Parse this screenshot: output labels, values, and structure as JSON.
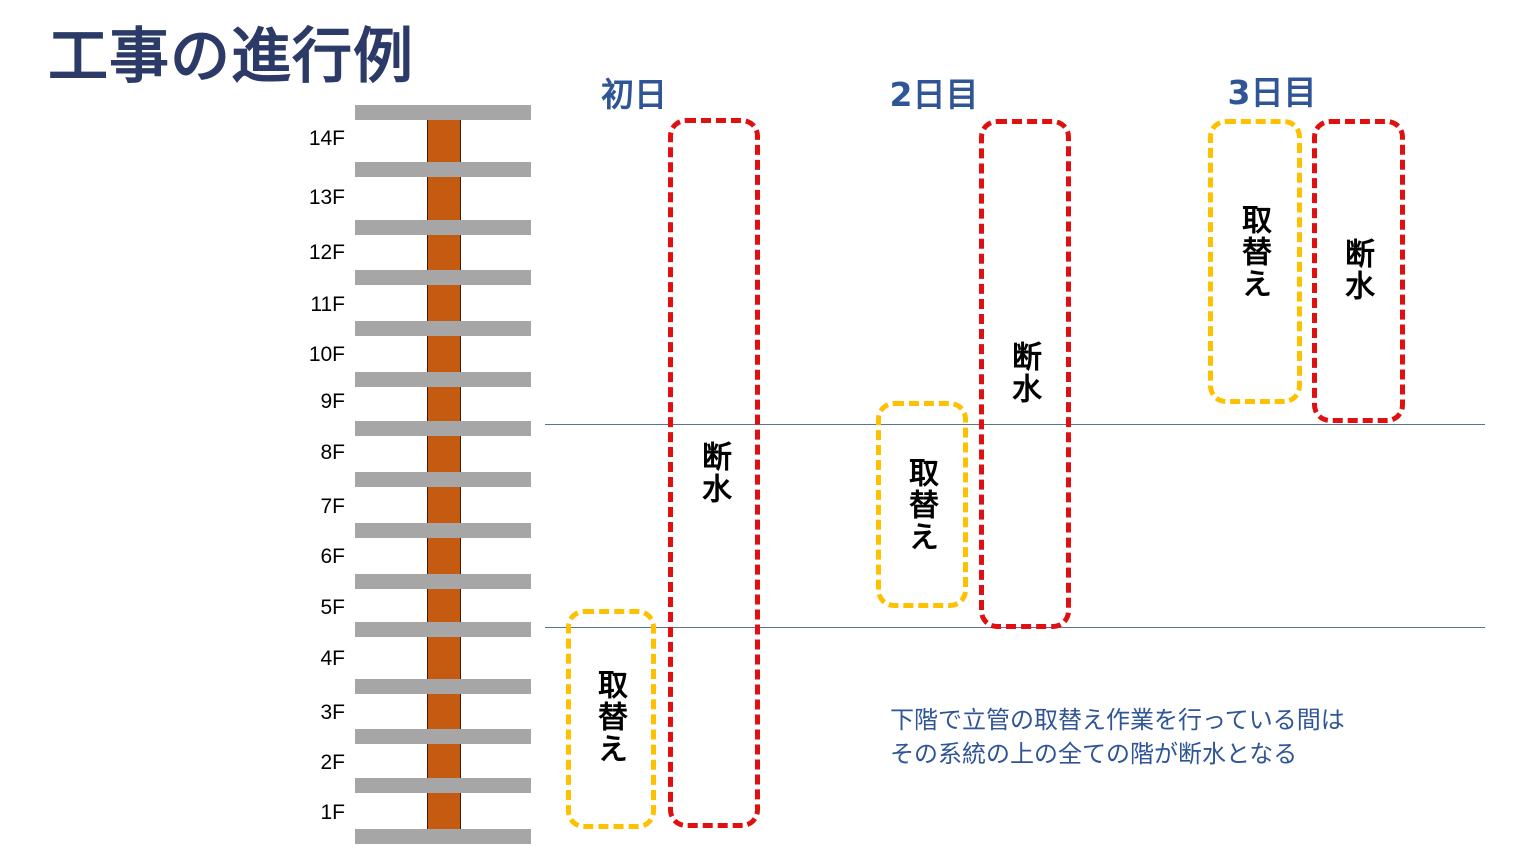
{
  "title": "工事の進行例",
  "days": [
    "初日",
    "2日目",
    "3日目"
  ],
  "floors": [
    "14F",
    "13F",
    "12F",
    "11F",
    "10F",
    "9F",
    "8F",
    "7F",
    "6F",
    "5F",
    "4F",
    "3F",
    "2F",
    "1F"
  ],
  "boxes": {
    "day1_replace": "取替え",
    "day1_shutoff": "断水",
    "day2_replace": "取替え",
    "day2_shutoff": "断水",
    "day3_replace": "取替え",
    "day3_shutoff": "断水"
  },
  "note": {
    "line1": "下階で立管の取替え作業を行っている間は",
    "line2": "その系統の上の全ての階が断水となる"
  },
  "colors": {
    "title": "#2b3a67",
    "day_header": "#2f5597",
    "pipe": "#c55a11",
    "slab": "#a6a6a6",
    "replace_box": "#ffc000",
    "shutoff_box": "#e01010"
  }
}
